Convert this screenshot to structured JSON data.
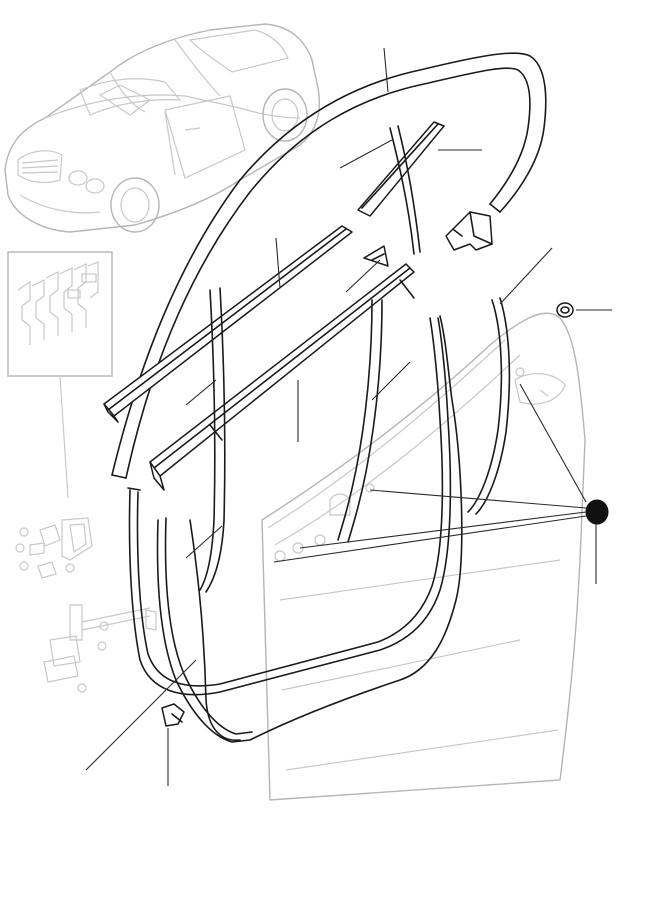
{
  "figure": {
    "type": "exploded-parts-diagram",
    "subject": "door-seals-and-weatherstrips",
    "inset_icon": "car-overview-icon",
    "callout_count": 13,
    "colors": {
      "ink": "#1a1a1a",
      "ghost": "#c8c8c8",
      "background": "#ffffff"
    }
  }
}
